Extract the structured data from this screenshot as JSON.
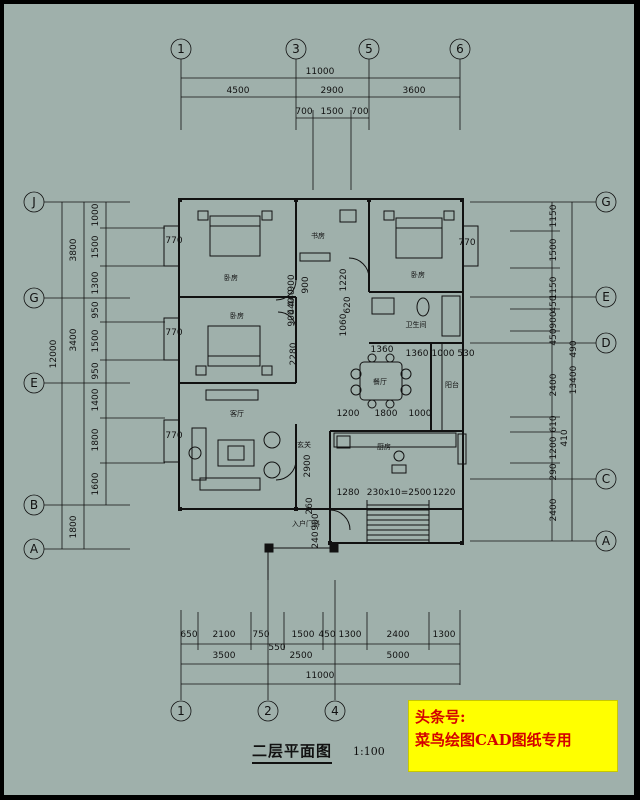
{
  "drawing": {
    "title": "二层平面图",
    "scale": "1:100"
  },
  "banner": {
    "line1": "头条号:",
    "line2": "菜鸟绘图CAD图纸专用"
  },
  "axes": {
    "top": [
      "1",
      "3",
      "5",
      "6"
    ],
    "bottom": [
      "1",
      "2",
      "4"
    ],
    "left": [
      "J",
      "G",
      "E",
      "B",
      "A"
    ],
    "right": [
      "G",
      "E",
      "D",
      "C",
      "A"
    ]
  },
  "dims_top": {
    "total": "11000",
    "row1": [
      "4500",
      "2900",
      "3600"
    ],
    "row2": [
      "700",
      "1500",
      "700"
    ]
  },
  "dims_bottom": {
    "row1": [
      "650",
      "2100",
      "750",
      "1500",
      "450",
      "1300",
      "2400",
      "1300"
    ],
    "mid": "550",
    "row2": [
      "3500",
      "2500",
      "5000"
    ],
    "total": "11000"
  },
  "dims_left": {
    "outer": [
      "3800",
      "3400",
      "1800"
    ],
    "total": "12000",
    "inner": [
      "1000",
      "1500",
      "1300",
      "950",
      "1500",
      "950",
      "1400",
      "1800",
      "1600"
    ]
  },
  "dims_right": {
    "inner": [
      "1150",
      "1500",
      "1150",
      "450",
      "900",
      "450",
      "2400",
      "610",
      "1200",
      "290",
      "2400"
    ],
    "sub": [
      "410"
    ],
    "outer": [
      "490",
      "13400"
    ]
  },
  "rooms": {
    "bedroom1": "卧房",
    "bedroom2": "卧房",
    "bedroom3": "卧房",
    "study": "书房",
    "bathroom": "卫生间",
    "dining": "餐厅",
    "balcony": "阳台",
    "living": "客厅",
    "foyer": "玄关",
    "kitchen": "厨房",
    "entrance": "入户门斜"
  },
  "interior_dims": [
    "770",
    "770",
    "770",
    "770",
    "1220",
    "900",
    "440",
    "900",
    "1060",
    "620",
    "900",
    "440",
    "2280",
    "1360",
    "1360",
    "1000",
    "530",
    "1200",
    "1800",
    "1000",
    "2900",
    "1280",
    "230x10=2500",
    "1220",
    "240",
    "900",
    "260"
  ]
}
